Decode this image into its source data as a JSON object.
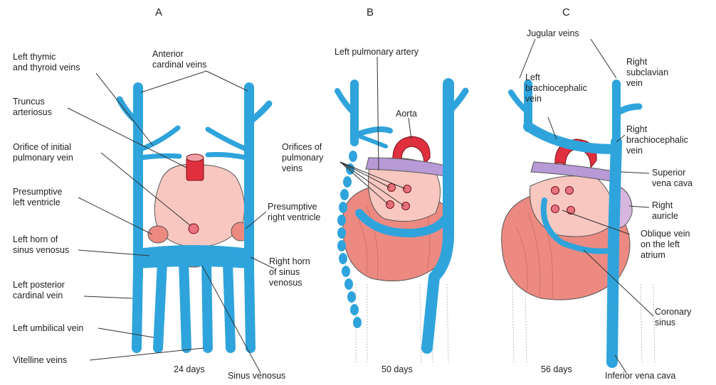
{
  "panels": {
    "a": {
      "letter": "A",
      "days": "24 days"
    },
    "b": {
      "letter": "B",
      "days": "50 days"
    },
    "c": {
      "letter": "C",
      "days": "56 days"
    }
  },
  "labels_a": {
    "left_thymic": "Left thymic\nand thyroid veins",
    "anterior_cardinal": "Anterior\ncardinal veins",
    "truncus": "Truncus\narteriosus",
    "orifice_pulmonary": "Orifice of initial\npulmonary vein",
    "presumptive_left": "Presumptive\nleft ventricle",
    "presumptive_right": "Presumptive\nright ventricle",
    "left_horn": "Left horn of\nsinus venosus",
    "right_horn": "Right horn\nof sinus\nvenosus",
    "left_post_cardinal": "Left posterior\ncardinal vein",
    "left_umbilical": "Left umbilical vein",
    "vitelline": "Vitelline veins",
    "sinus_venosus": "Sinus venosus"
  },
  "labels_b": {
    "left_pulm_artery": "Left pulmonary artery",
    "aorta": "Aorta",
    "orifices_pulm": "Orifices of\npulmonary\nveins"
  },
  "labels_c": {
    "jugular": "Jugular veins",
    "right_subclavian": "Right\nsubclavian\nvein",
    "left_brachio": "Left\nbrachiocephalic\nvein",
    "right_brachio": "Right\nbrachiocephalic\nvein",
    "superior_vc": "Superior\nvena cava",
    "right_auricle": "Right\nauricle",
    "oblique": "Oblique vein\non the left\natrium",
    "coronary": "Coronary\nsinus",
    "inferior_vc": "Inferior vena cava"
  },
  "colors": {
    "vein": "#2fa4dc",
    "artery": "#e0303f",
    "atrium": "#f7c7c0",
    "ventricle": "#ec8a82",
    "pulmonary_artery": "#b79ad6",
    "line": "#333333"
  }
}
